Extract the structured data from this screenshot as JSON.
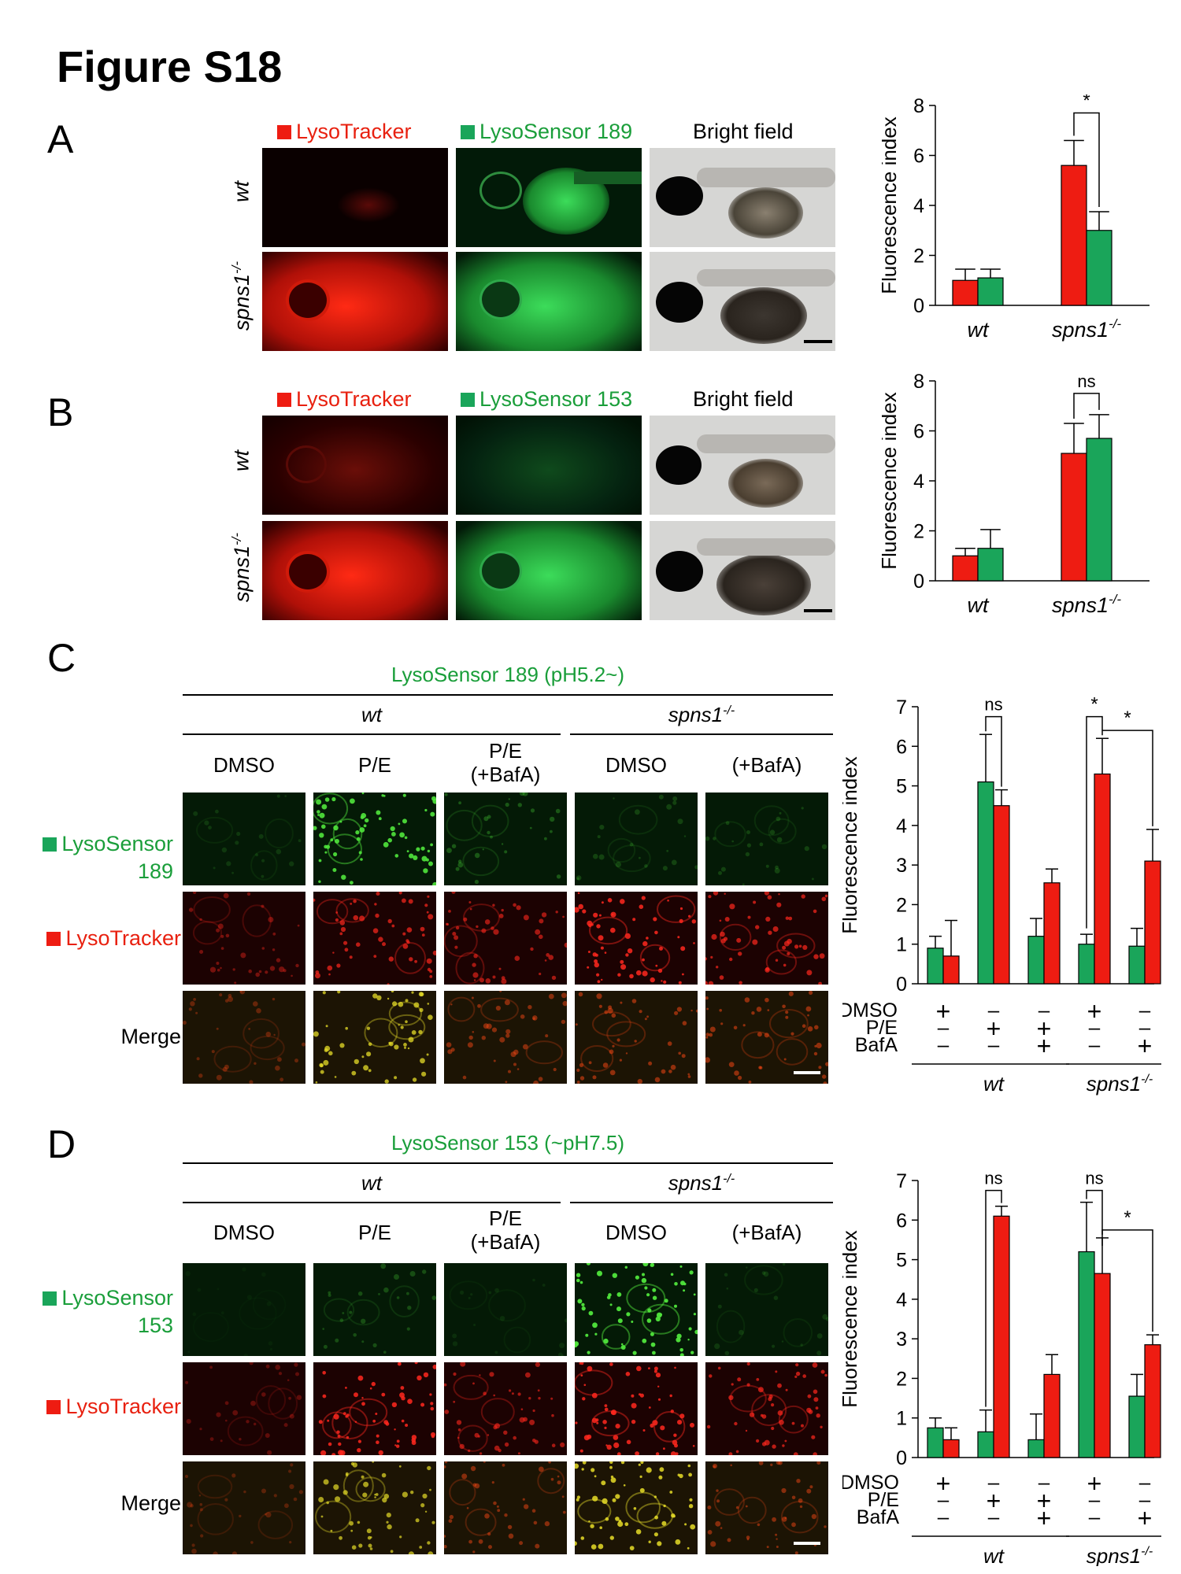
{
  "figure_title": "Figure S18",
  "panels": {
    "A": {
      "label": "A",
      "headers": [
        "LysoTracker",
        "LysoSensor 189",
        "Bright field"
      ],
      "rows": [
        "wt",
        "spns1"
      ],
      "row_sup": "-/-"
    },
    "B": {
      "label": "B",
      "headers": [
        "LysoTracker",
        "LysoSensor 153",
        "Bright field"
      ],
      "rows": [
        "wt",
        "spns1"
      ],
      "row_sup": "-/-"
    },
    "C": {
      "label": "C",
      "title": "LysoSensor 189 (pH5.2~)",
      "group_wt": "wt",
      "group_spns": "spns1",
      "group_sup": "-/-",
      "columns": [
        "DMSO",
        "P/E",
        "P/E\n(+BafA)",
        "DMSO",
        "(+BafA)"
      ],
      "row_labels": [
        "LysoSensor\n189",
        "LysoTracker",
        "Merge"
      ]
    },
    "D": {
      "label": "D",
      "title": "LysoSensor 153 (~pH7.5)",
      "group_wt": "wt",
      "group_spns": "spns1",
      "group_sup": "-/-",
      "columns": [
        "DMSO",
        "P/E",
        "P/E\n(+BafA)",
        "DMSO",
        "(+BafA)"
      ],
      "row_labels": [
        "LysoSensor\n153",
        "LysoTracker",
        "Merge"
      ]
    }
  },
  "colors": {
    "red": "#ee1c12",
    "green": "#1aa55a",
    "label_green": "#1a9e3a",
    "label_red": "#e8200f"
  },
  "chart_data": [
    {
      "id": "A",
      "type": "bar",
      "ylabel": "Fluorescence index",
      "ylim": [
        0,
        8
      ],
      "yticks": [
        0,
        2,
        4,
        6,
        8
      ],
      "categories": [
        "wt",
        "spns1"
      ],
      "category_sup": [
        "",
        "-/-"
      ],
      "series": [
        {
          "color": "red",
          "values": [
            1.0,
            5.6
          ],
          "errors": [
            0.45,
            1.0
          ]
        },
        {
          "color": "green",
          "values": [
            1.1,
            3.0
          ],
          "errors": [
            0.35,
            0.75
          ]
        }
      ],
      "annotations": [
        "*"
      ]
    },
    {
      "id": "B",
      "type": "bar",
      "ylabel": "Fluorescence index",
      "ylim": [
        0,
        8
      ],
      "yticks": [
        0,
        2,
        4,
        6,
        8
      ],
      "categories": [
        "wt",
        "spns1"
      ],
      "category_sup": [
        "",
        "-/-"
      ],
      "series": [
        {
          "color": "red",
          "values": [
            1.0,
            5.1
          ],
          "errors": [
            0.3,
            1.2
          ]
        },
        {
          "color": "green",
          "values": [
            1.3,
            5.7
          ],
          "errors": [
            0.75,
            0.95
          ]
        }
      ],
      "annotations": [
        "ns"
      ]
    },
    {
      "id": "C",
      "type": "bar",
      "ylabel": "Fluorescence index",
      "ylim": [
        0,
        7
      ],
      "yticks": [
        0,
        1,
        2,
        3,
        4,
        5,
        6,
        7
      ],
      "series": [
        {
          "color": "green",
          "values": [
            0.9,
            5.1,
            1.2,
            1.0,
            0.95
          ],
          "errors": [
            0.3,
            1.2,
            0.45,
            0.25,
            0.45
          ]
        },
        {
          "color": "red",
          "values": [
            0.7,
            4.5,
            2.55,
            5.3,
            3.1
          ],
          "errors": [
            0.9,
            0.4,
            0.35,
            0.9,
            0.8
          ]
        }
      ],
      "condition_rows": [
        {
          "name": "DMSO",
          "marks": [
            "+",
            "–",
            "–",
            "+",
            "–"
          ]
        },
        {
          "name": "P/E",
          "marks": [
            "–",
            "+",
            "+",
            "–",
            "–"
          ]
        },
        {
          "name": "BafA",
          "marks": [
            "–",
            "–",
            "+",
            "–",
            "+"
          ]
        }
      ],
      "groups": [
        "wt",
        "spns1"
      ],
      "group_sup": [
        "",
        "-/-"
      ],
      "annotations": [
        "ns",
        "*",
        "*"
      ]
    },
    {
      "id": "D",
      "type": "bar",
      "ylabel": "Fluorescence index",
      "ylim": [
        0,
        7
      ],
      "yticks": [
        0,
        1,
        2,
        3,
        4,
        5,
        6,
        7
      ],
      "series": [
        {
          "color": "green",
          "values": [
            0.75,
            0.65,
            0.45,
            5.2,
            1.55
          ],
          "errors": [
            0.25,
            0.55,
            0.65,
            1.25,
            0.55
          ]
        },
        {
          "color": "red",
          "values": [
            0.45,
            6.1,
            2.1,
            4.65,
            2.85
          ],
          "errors": [
            0.3,
            0.25,
            0.5,
            0.9,
            0.25
          ]
        }
      ],
      "condition_rows": [
        {
          "name": "DMSO",
          "marks": [
            "+",
            "–",
            "–",
            "+",
            "–"
          ]
        },
        {
          "name": "P/E",
          "marks": [
            "–",
            "+",
            "+",
            "–",
            "–"
          ]
        },
        {
          "name": "BafA",
          "marks": [
            "–",
            "–",
            "+",
            "–",
            "+"
          ]
        }
      ],
      "groups": [
        "wt",
        "spns1"
      ],
      "group_sup": [
        "",
        "-/-"
      ],
      "annotations": [
        "ns",
        "ns",
        "*"
      ]
    }
  ]
}
